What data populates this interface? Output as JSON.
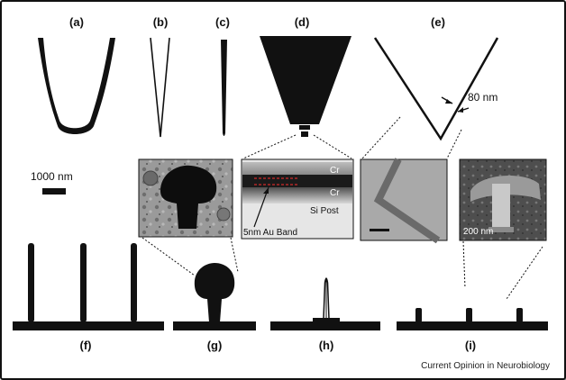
{
  "panel_labels": {
    "a": "(a)",
    "b": "(b)",
    "c": "(c)",
    "d": "(d)",
    "e": "(e)",
    "f": "(f)",
    "g": "(g)",
    "h": "(h)",
    "i": "(i)"
  },
  "scale_bar_label": "1000 nm",
  "dimension_label": "80 nm",
  "micrograph_d": {
    "layer_top": "Cr",
    "layer_mid": "Cr",
    "substrate": "Si Post",
    "band_label": "5nm Au Band"
  },
  "micrograph_i": {
    "scale_label": "200 nm"
  },
  "footer": "Current Opinion in Neurobiology"
}
